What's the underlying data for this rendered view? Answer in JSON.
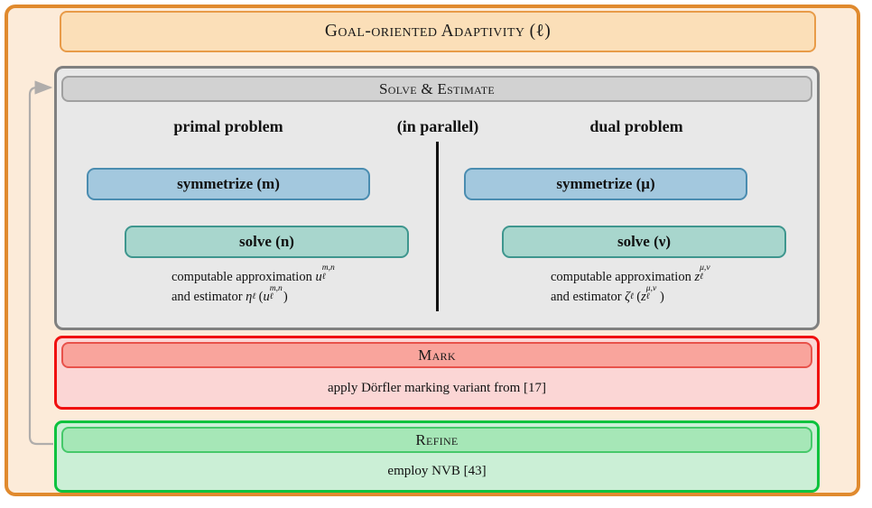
{
  "diagram": {
    "title": "Goal-oriented Adaptivity (ℓ)",
    "frame_color": "#E08A2E",
    "frame_fill": "#FCEBD9"
  },
  "solve_estimate": {
    "header": "Solve & Estimate",
    "border_color": "#808080",
    "fill": "#E8E8E8",
    "columns": {
      "primal": "primal problem",
      "parallel": "(in parallel)",
      "dual": "dual problem"
    },
    "primal": {
      "symmetrize_label": "symmetrize (m)",
      "symmetrize_color": "#A3C8DE",
      "solve_label": "solve (n)",
      "solve_color": "#A8D6CD",
      "line1_prefix": "computable approximation ",
      "line1_var": "u",
      "line1_sup": "m,n",
      "line1_sub": "ℓ",
      "line2_prefix": "and estimator ",
      "line2_estimator": "η",
      "line2_estimator_sub": "ℓ",
      "line2_open": "(",
      "line2_var": "u",
      "line2_sup": "m,n",
      "line2_sub": "ℓ",
      "line2_close": ")"
    },
    "dual": {
      "symmetrize_label": "symmetrize (μ)",
      "symmetrize_color": "#A3C8DE",
      "solve_label": "solve (ν)",
      "solve_color": "#A8D6CD",
      "line1_prefix": "computable approximation ",
      "line1_var": "z",
      "line1_sup": "μ,ν",
      "line1_sub": "ℓ",
      "line2_prefix": "and estimator ",
      "line2_estimator": "ζ",
      "line2_estimator_sub": "ℓ",
      "line2_open": "(",
      "line2_var": "z",
      "line2_sup": "μ,ν",
      "line2_sub": "ℓ",
      "line2_close": ")"
    }
  },
  "mark": {
    "header": "Mark",
    "body": "apply Dörfler marking variant from [17]",
    "border_color": "#F01010",
    "fill": "#FBD6D5",
    "header_fill": "#F9A49C"
  },
  "refine": {
    "header": "Refine",
    "body": "employ NVB [43]",
    "border_color": "#0CC23E",
    "fill": "#CBEFD6",
    "header_fill": "#A6E7B7"
  },
  "feedback_arrow": {
    "name": "refine-to-solve-loop",
    "color": "#B0ADAB"
  }
}
